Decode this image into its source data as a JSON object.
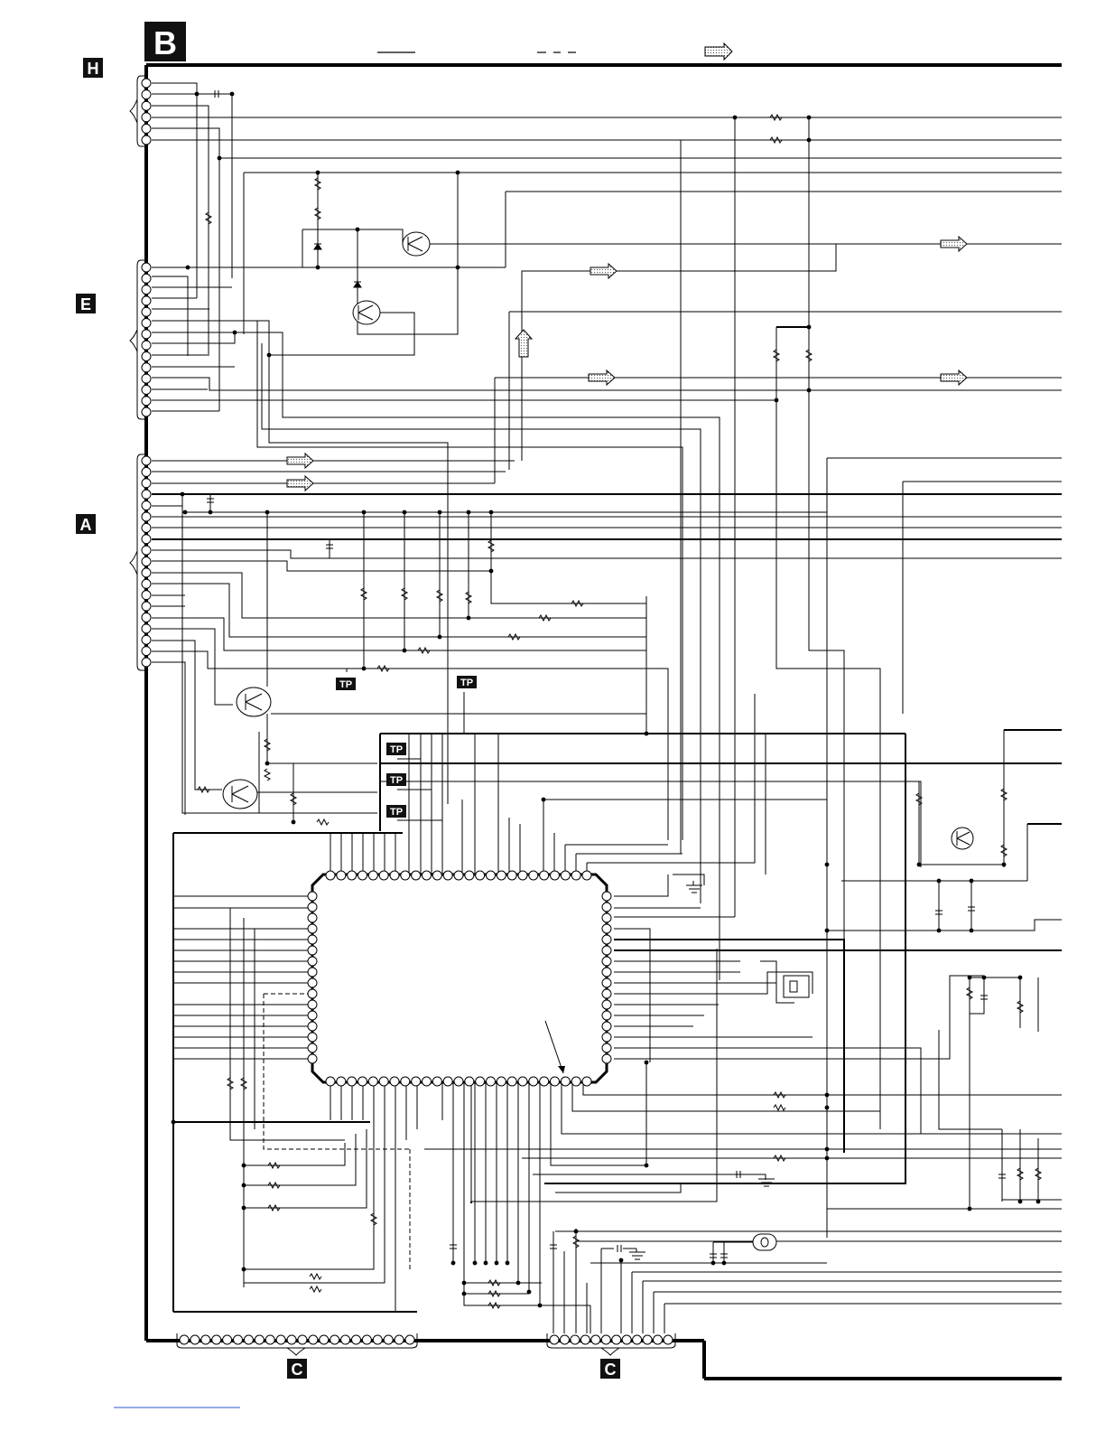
{
  "page": {
    "board_label": "B"
  },
  "connectors": [
    {
      "id": "conn-h",
      "label": "H"
    },
    {
      "id": "conn-e",
      "label": "E"
    },
    {
      "id": "conn-a",
      "label": "A"
    },
    {
      "id": "conn-c-left",
      "label": "C"
    },
    {
      "id": "conn-c-right",
      "label": "C"
    }
  ],
  "test_points": [
    {
      "id": "tp1",
      "label": "TP"
    },
    {
      "id": "tp2",
      "label": "TP"
    },
    {
      "id": "tp3",
      "label": "TP"
    },
    {
      "id": "tp4",
      "label": "TP"
    },
    {
      "id": "tp5",
      "label": "TP"
    }
  ],
  "colors": {
    "line": "#000000",
    "label_bg": "#111111",
    "label_fg": "#ffffff",
    "arrow_fill": "#e8e8e8"
  }
}
